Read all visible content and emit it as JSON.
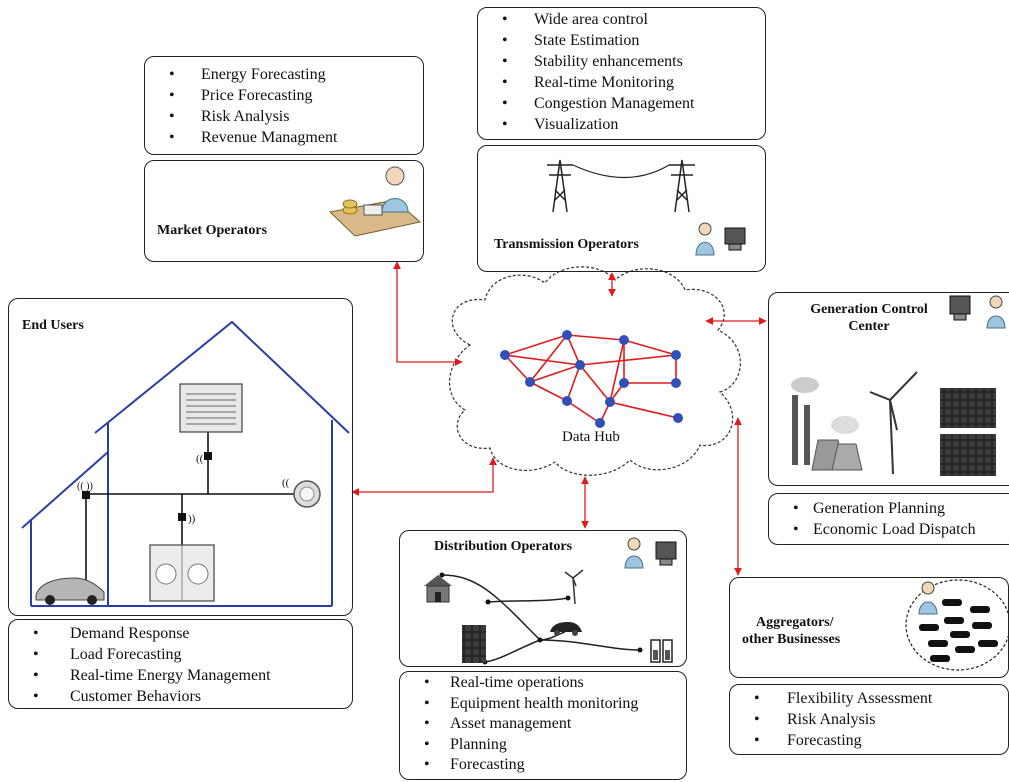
{
  "market": {
    "title": "Market Operators",
    "tasks": [
      "Energy Forecasting",
      "Price Forecasting",
      "Risk Analysis",
      "Revenue Managment"
    ]
  },
  "transmission": {
    "title": "Transmission Operators",
    "tasks": [
      "Wide area control",
      "State Estimation",
      "Stability enhancements",
      "Real-time Monitoring",
      "Congestion Management",
      "Visualization"
    ]
  },
  "generation": {
    "title_line1": "Generation Control",
    "title_line2": "Center",
    "tasks": [
      "Generation Planning",
      "Economic Load Dispatch"
    ]
  },
  "end_users": {
    "title": "End Users",
    "tasks": [
      "Demand Response",
      "Load Forecasting",
      "Real-time Energy Management",
      "Customer Behaviors"
    ]
  },
  "distribution": {
    "title": "Distribution Operators",
    "tasks": [
      "Real-time operations",
      "Equipment health monitoring",
      "Asset management",
      "Planning",
      "Forecasting"
    ]
  },
  "aggregators": {
    "title_line1": "Aggregators/",
    "title_line2": "other Businesses",
    "tasks": [
      "Flexibility Assessment",
      "Risk Analysis",
      "Forecasting"
    ]
  },
  "hub": {
    "label": "Data Hub"
  },
  "colors": {
    "link": "#e01b1b",
    "node": "#3050b8",
    "house": "#2a3ea8",
    "border": "#222222"
  }
}
